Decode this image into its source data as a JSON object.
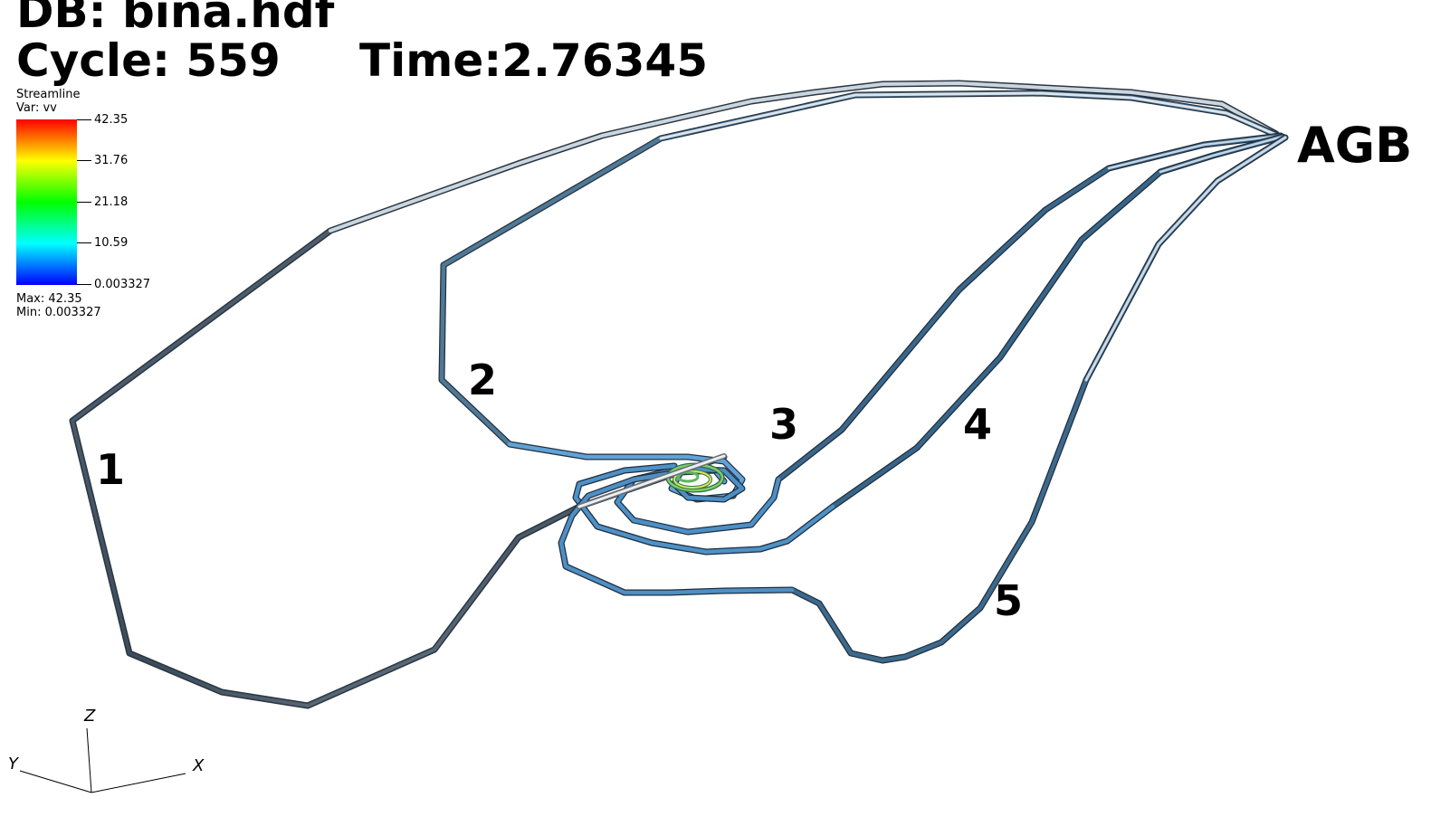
{
  "header": {
    "db": "DB: bina.hdf",
    "cycle": "Cycle: 559",
    "time": "Time:2.76345"
  },
  "legend": {
    "plot_type": "Streamline",
    "variable": "Var: vv",
    "ticks": [
      "42.35",
      "31.76",
      "21.18",
      "10.59",
      "0.003327"
    ],
    "max": "Max:  42.35",
    "min": "Min:  0.003327",
    "colors": [
      "#ff0000",
      "#ffff00",
      "#00ff00",
      "#00ffff",
      "#0000ff"
    ]
  },
  "scene": {
    "source_label": "AGB",
    "streamline_labels": [
      "1",
      "2",
      "3",
      "4",
      "5"
    ]
  },
  "axes": {
    "z": "Z",
    "y": "Y",
    "x": "X"
  }
}
